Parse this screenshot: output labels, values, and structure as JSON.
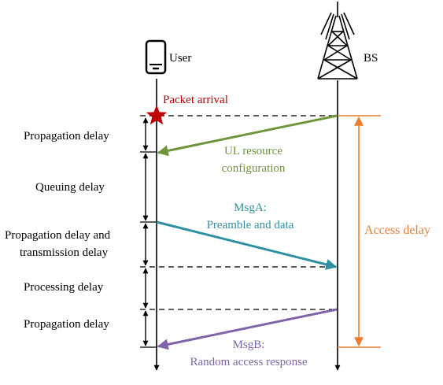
{
  "entities": {
    "user": {
      "label": "User",
      "icon": "smartphone-icon"
    },
    "bs": {
      "label": "BS",
      "icon": "cell-tower-icon"
    }
  },
  "events": {
    "packet_arrival": {
      "label": "Packet arrival",
      "icon": "star-icon",
      "color": "#c00000"
    }
  },
  "messages": {
    "ul_config": {
      "line1": "UL resource",
      "line2": "configuration",
      "color": "#70963c",
      "direction": "BS-to-User"
    },
    "msg_a": {
      "line1": "MsgA:",
      "line2": "Preamble and data",
      "color": "#2e8fa3",
      "direction": "User-to-BS"
    },
    "msg_b": {
      "line1": "MsgB:",
      "line2": "Random access response",
      "color": "#8063a8",
      "direction": "BS-to-User"
    }
  },
  "delays": {
    "propagation_1": {
      "line1": "Propagation delay"
    },
    "queuing": {
      "line1": "Queuing delay"
    },
    "prop_tx": {
      "line1": "Propagation delay and",
      "line2": "transmission delay"
    },
    "processing": {
      "line1": "Processing delay"
    },
    "propagation_2": {
      "line1": "Propagation delay"
    }
  },
  "access_delay": {
    "label": "Access delay",
    "color": "#ed7d31"
  }
}
